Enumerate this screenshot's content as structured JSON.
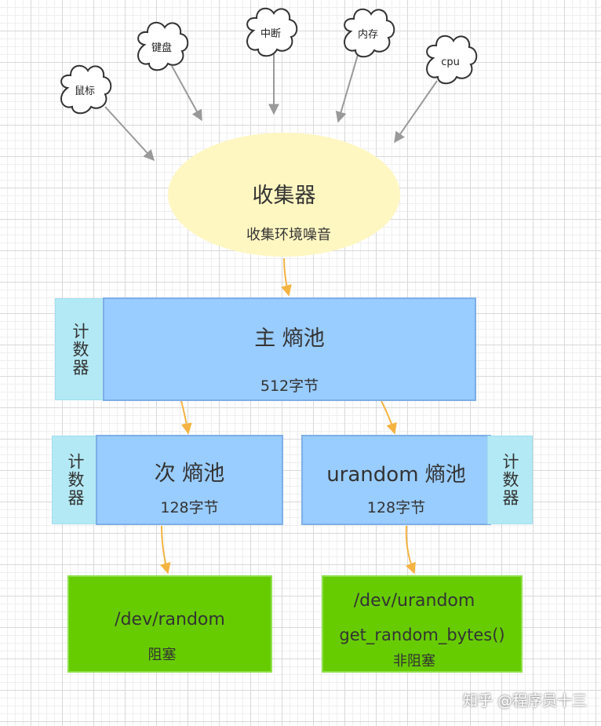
{
  "sources": [
    {
      "id": "mouse",
      "label": "鼠标"
    },
    {
      "id": "keyboard",
      "label": "键盘"
    },
    {
      "id": "interrupt",
      "label": "中断"
    },
    {
      "id": "memory",
      "label": "内存"
    },
    {
      "id": "cpu",
      "label": "cpu"
    }
  ],
  "collector": {
    "title": "收集器",
    "subtitle": "收集环境噪音"
  },
  "main_pool": {
    "title": "主 熵池",
    "size": "512字节",
    "counter": "计数器"
  },
  "secondary_pool": {
    "title": "次 熵池",
    "size": "128字节",
    "counter": "计数器"
  },
  "urandom_pool": {
    "title": "urandom 熵池",
    "size": "128字节",
    "counter": "计数器"
  },
  "dev_random": {
    "path": "/dev/random",
    "mode": "阻塞"
  },
  "dev_urandom": {
    "path": "/dev/urandom",
    "func": "get_random_bytes()",
    "mode": "非阻塞"
  },
  "watermark": "知乎 @程序员十三",
  "colors": {
    "collector_fill": "#fff7c2",
    "pool_fill": "#99ccff",
    "counter_fill": "#b3e9f4",
    "leaf_fill": "#66cc00",
    "source_arrow": "#999999",
    "flow_arrow": "#f5b342"
  }
}
